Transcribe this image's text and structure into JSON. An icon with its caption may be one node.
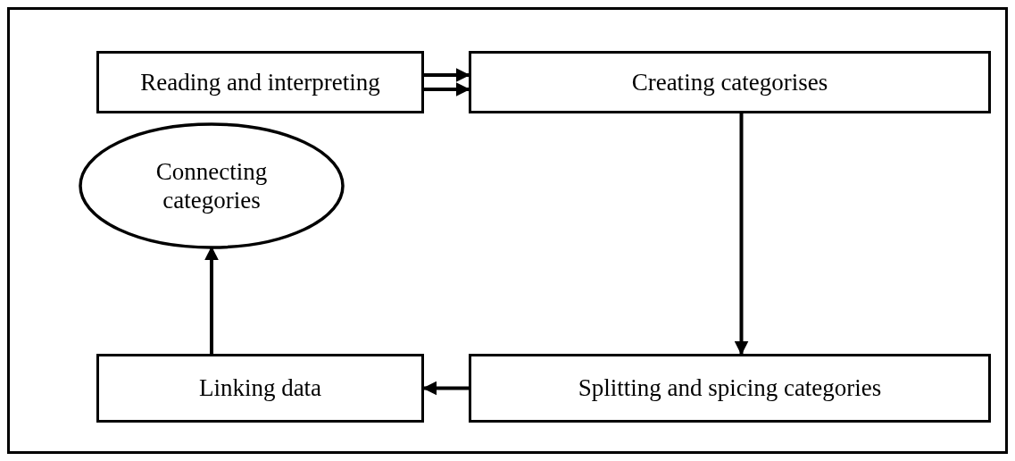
{
  "diagram": {
    "nodes": [
      {
        "text": [
          "Reading and interpreting"
        ]
      },
      {
        "text": [
          "Creating categorises"
        ]
      },
      {
        "text": [
          "Connecting categories"
        ]
      },
      {
        "text": [
          "Linking data"
        ]
      },
      {
        "text": [
          "Splitting and spicing categories"
        ]
      }
    ],
    "edges": [
      {
        "from": 0,
        "to": 1,
        "arrow": "to"
      },
      {
        "from": 0,
        "to": 1,
        "arrow": "to"
      },
      {
        "from": 1,
        "to": 4,
        "arrow": "to"
      },
      {
        "from": 4,
        "to": 3,
        "arrow": "to"
      },
      {
        "from": 3,
        "to": 2,
        "arrow": "to"
      }
    ]
  }
}
